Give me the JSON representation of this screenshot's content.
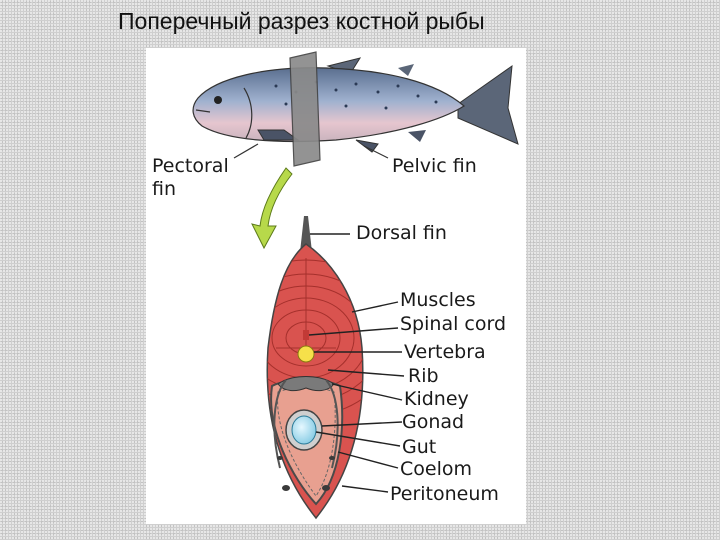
{
  "title": "Поперечный разрез костной рыбы",
  "labels": {
    "pectoral_fin_line1": "Pectoral",
    "pectoral_fin_line2": "fin",
    "pelvic_fin": "Pelvic fin",
    "dorsal_fin": "Dorsal fin",
    "muscles": "Muscles",
    "spinal_cord": "Spinal cord",
    "vertebra": "Vertebra",
    "rib": "Rib",
    "kidney": "Kidney",
    "gonad": "Gonad",
    "gut": "Gut",
    "coelom": "Coelom",
    "peritoneum": "Peritoneum"
  },
  "colors": {
    "muscle": "#d9534f",
    "coelom": "#e8a090",
    "vertebra": "#f6e04a",
    "gut": "#a8dff0",
    "fish_body": "#8fa3c4"
  }
}
